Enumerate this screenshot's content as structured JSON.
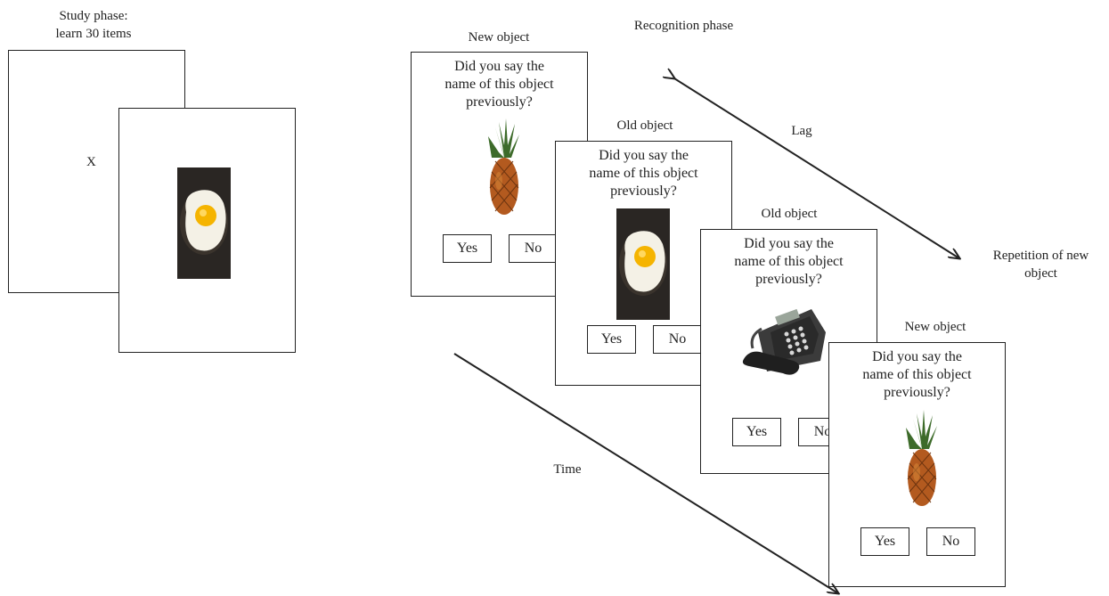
{
  "study": {
    "title_line1": "Study phase:",
    "title_line2": "learn 30 items",
    "fixation": "X"
  },
  "recognition": {
    "title": "Recognition phase",
    "question_line1": "Did you say the",
    "question_line2": "name of this object",
    "question_line3": "previously?",
    "yes_label": "Yes",
    "no_label": "No",
    "cards": [
      {
        "label": "New object",
        "image": "pineapple"
      },
      {
        "label": "Old object",
        "image": "fried-egg"
      },
      {
        "label": "Old object",
        "image": "telephone"
      },
      {
        "label": "New object",
        "image": "pineapple"
      }
    ]
  },
  "annotations": {
    "lag": "Lag",
    "repetition_line1": "Repetition of new",
    "repetition_line2": "object",
    "time": "Time"
  }
}
